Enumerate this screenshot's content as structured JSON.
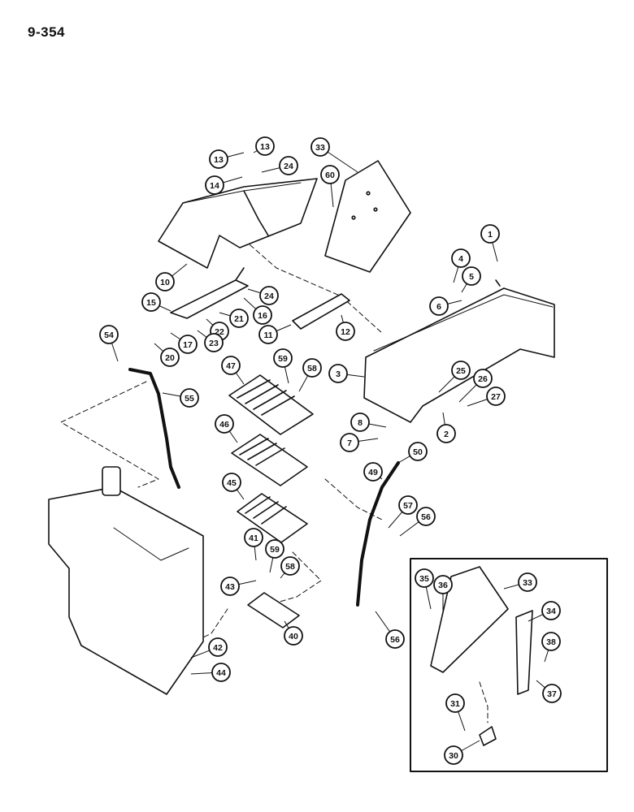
{
  "page": {
    "number": "9-354"
  },
  "callouts": [
    {
      "id": "c13a",
      "label": "13"
    },
    {
      "id": "c13b",
      "label": "13"
    },
    {
      "id": "c14",
      "label": "14"
    },
    {
      "id": "c24a",
      "label": "24"
    },
    {
      "id": "c10",
      "label": "10"
    },
    {
      "id": "c15",
      "label": "15"
    },
    {
      "id": "c24b",
      "label": "24"
    },
    {
      "id": "c16",
      "label": "16"
    },
    {
      "id": "c21",
      "label": "21"
    },
    {
      "id": "c22",
      "label": "22"
    },
    {
      "id": "c23",
      "label": "23"
    },
    {
      "id": "c17",
      "label": "17"
    },
    {
      "id": "c20",
      "label": "20"
    },
    {
      "id": "c11",
      "label": "11"
    },
    {
      "id": "c12",
      "label": "12"
    },
    {
      "id": "c33a",
      "label": "33"
    },
    {
      "id": "c60",
      "label": "60"
    },
    {
      "id": "c1",
      "label": "1"
    },
    {
      "id": "c4",
      "label": "4"
    },
    {
      "id": "c5",
      "label": "5"
    },
    {
      "id": "c6",
      "label": "6"
    },
    {
      "id": "c3",
      "label": "3"
    },
    {
      "id": "c25",
      "label": "25"
    },
    {
      "id": "c26",
      "label": "26"
    },
    {
      "id": "c27",
      "label": "27"
    },
    {
      "id": "c2",
      "label": "2"
    },
    {
      "id": "c8",
      "label": "8"
    },
    {
      "id": "c7",
      "label": "7"
    },
    {
      "id": "c54",
      "label": "54"
    },
    {
      "id": "c55",
      "label": "55"
    },
    {
      "id": "c47",
      "label": "47"
    },
    {
      "id": "c59a",
      "label": "59"
    },
    {
      "id": "c58a",
      "label": "58"
    },
    {
      "id": "c46",
      "label": "46"
    },
    {
      "id": "c45",
      "label": "45"
    },
    {
      "id": "c50",
      "label": "50"
    },
    {
      "id": "c49",
      "label": "49"
    },
    {
      "id": "c57",
      "label": "57"
    },
    {
      "id": "c56a",
      "label": "56"
    },
    {
      "id": "c41",
      "label": "41"
    },
    {
      "id": "c59b",
      "label": "59"
    },
    {
      "id": "c58b",
      "label": "58"
    },
    {
      "id": "c43",
      "label": "43"
    },
    {
      "id": "c40",
      "label": "40"
    },
    {
      "id": "c56b",
      "label": "56"
    },
    {
      "id": "c42",
      "label": "42"
    },
    {
      "id": "c44",
      "label": "44"
    },
    {
      "id": "c35",
      "label": "35"
    },
    {
      "id": "c36",
      "label": "36"
    },
    {
      "id": "c33b",
      "label": "33"
    },
    {
      "id": "c34",
      "label": "34"
    },
    {
      "id": "c38",
      "label": "38"
    },
    {
      "id": "c37",
      "label": "37"
    },
    {
      "id": "c31",
      "label": "31"
    },
    {
      "id": "c30",
      "label": "30"
    }
  ]
}
